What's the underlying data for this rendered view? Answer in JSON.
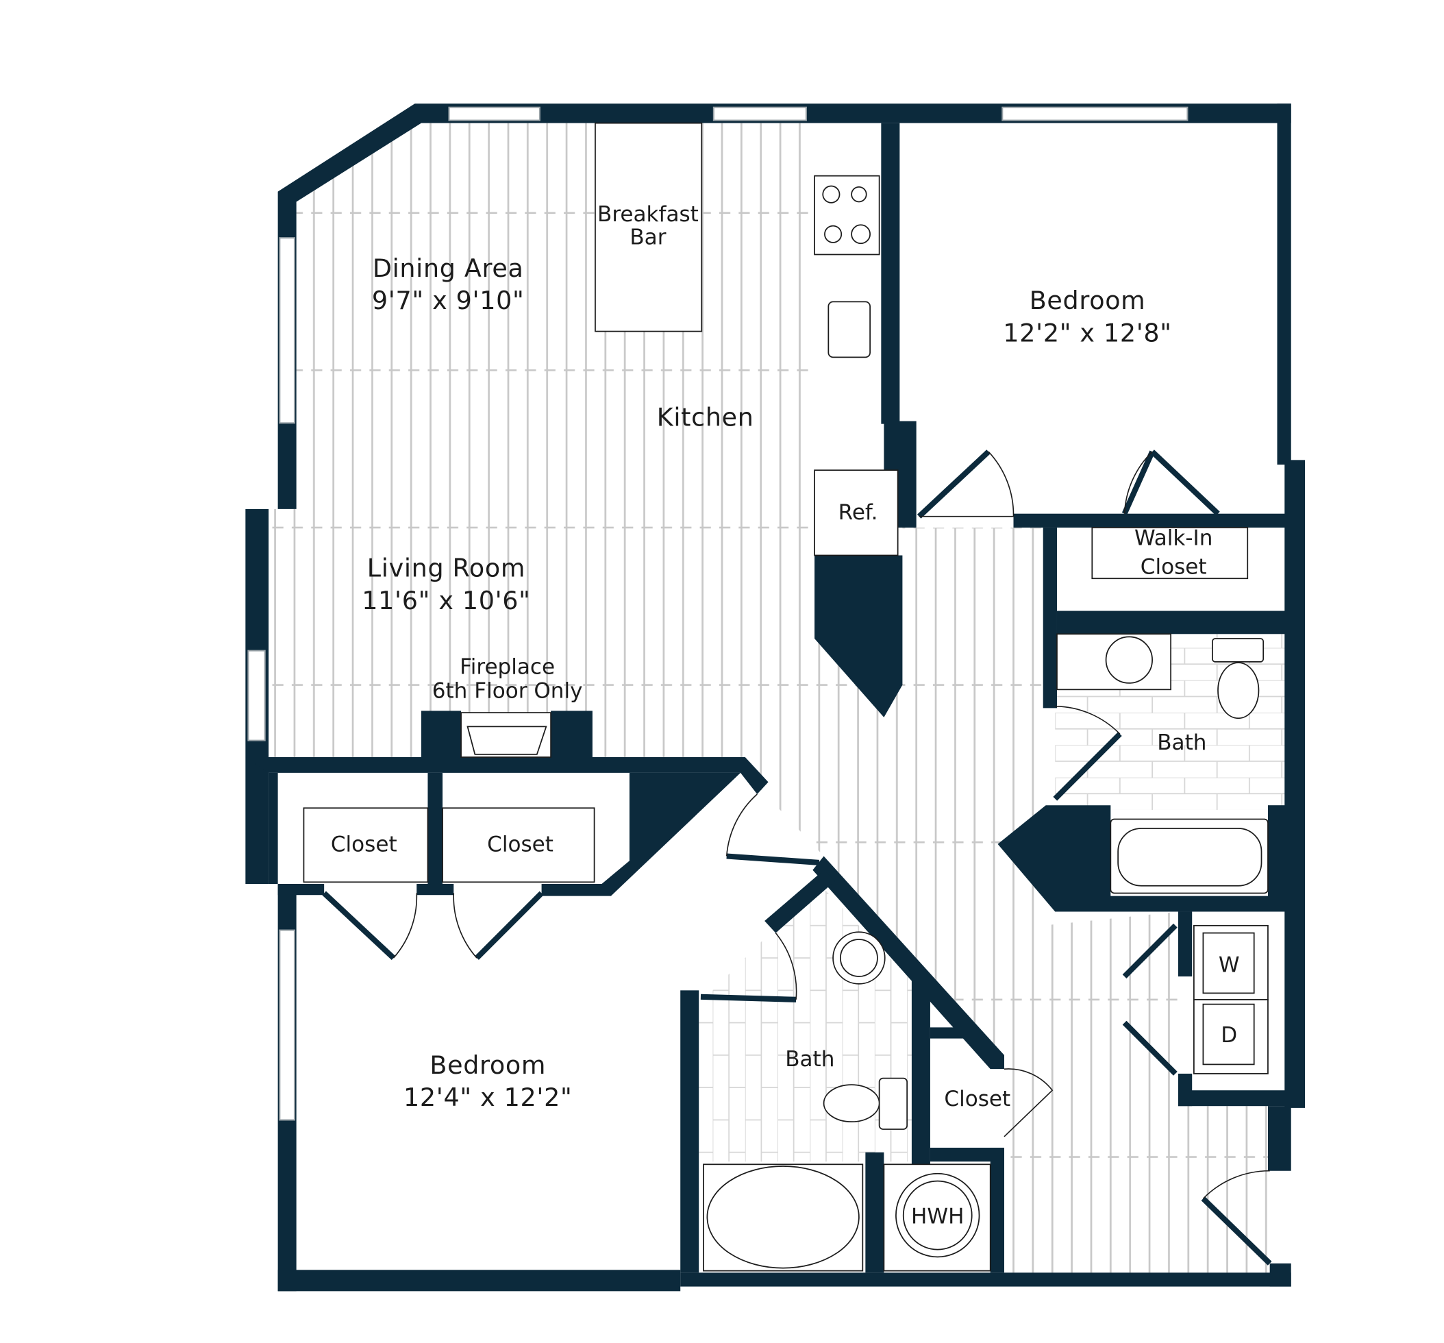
{
  "colors": {
    "wall": "#0c2a3c",
    "floor_line": "#c8c8c8",
    "background": "#ffffff"
  },
  "rooms": {
    "dining": {
      "name": "Dining Area",
      "size": "9'7\" x 9'10\""
    },
    "breakfast_bar": {
      "line1": "Breakfast",
      "line2": "Bar"
    },
    "kitchen": {
      "name": "Kitchen"
    },
    "bedroom1": {
      "name": "Bedroom",
      "size": "12'2\" x 12'8\""
    },
    "refrigerator": {
      "name": "Ref."
    },
    "walk_in_closet": {
      "line1": "Walk-In",
      "line2": "Closet"
    },
    "living": {
      "name": "Living Room",
      "size": "11'6\" x 10'6\""
    },
    "fireplace": {
      "line1": "Fireplace",
      "line2": "6th Floor Only"
    },
    "bath1": {
      "name": "Bath"
    },
    "closet_a": {
      "name": "Closet"
    },
    "closet_b": {
      "name": "Closet"
    },
    "bedroom2": {
      "name": "Bedroom",
      "size": "12'4\" x 12'2\""
    },
    "bath2": {
      "name": "Bath"
    },
    "closet_c": {
      "name": "Closet"
    },
    "water_heater": {
      "name": "HWH"
    },
    "washer": {
      "name": "W"
    },
    "dryer": {
      "name": "D"
    }
  }
}
